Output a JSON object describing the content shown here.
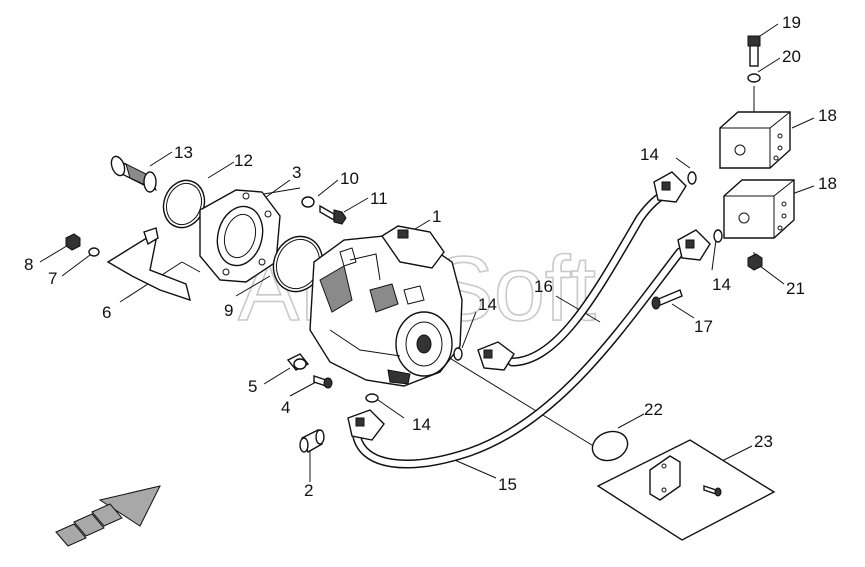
{
  "watermark": "ALL-Soft",
  "callouts": [
    {
      "id": "c1",
      "text": "1"
    },
    {
      "id": "c2",
      "text": "2"
    },
    {
      "id": "c3",
      "text": "3"
    },
    {
      "id": "c4",
      "text": "4"
    },
    {
      "id": "c5",
      "text": "5"
    },
    {
      "id": "c6",
      "text": "6"
    },
    {
      "id": "c7",
      "text": "7"
    },
    {
      "id": "c8",
      "text": "8"
    },
    {
      "id": "c9",
      "text": "9"
    },
    {
      "id": "c10",
      "text": "10"
    },
    {
      "id": "c11",
      "text": "11"
    },
    {
      "id": "c12",
      "text": "12"
    },
    {
      "id": "c13",
      "text": "13"
    },
    {
      "id": "c14a",
      "text": "14"
    },
    {
      "id": "c14b",
      "text": "14"
    },
    {
      "id": "c14c",
      "text": "14"
    },
    {
      "id": "c14d",
      "text": "14"
    },
    {
      "id": "c15",
      "text": "15"
    },
    {
      "id": "c16",
      "text": "16"
    },
    {
      "id": "c17",
      "text": "17"
    },
    {
      "id": "c18a",
      "text": "18"
    },
    {
      "id": "c18b",
      "text": "18"
    },
    {
      "id": "c19",
      "text": "19"
    },
    {
      "id": "c20",
      "text": "20"
    },
    {
      "id": "c21",
      "text": "21"
    },
    {
      "id": "c22",
      "text": "22"
    },
    {
      "id": "c23",
      "text": "23"
    }
  ]
}
